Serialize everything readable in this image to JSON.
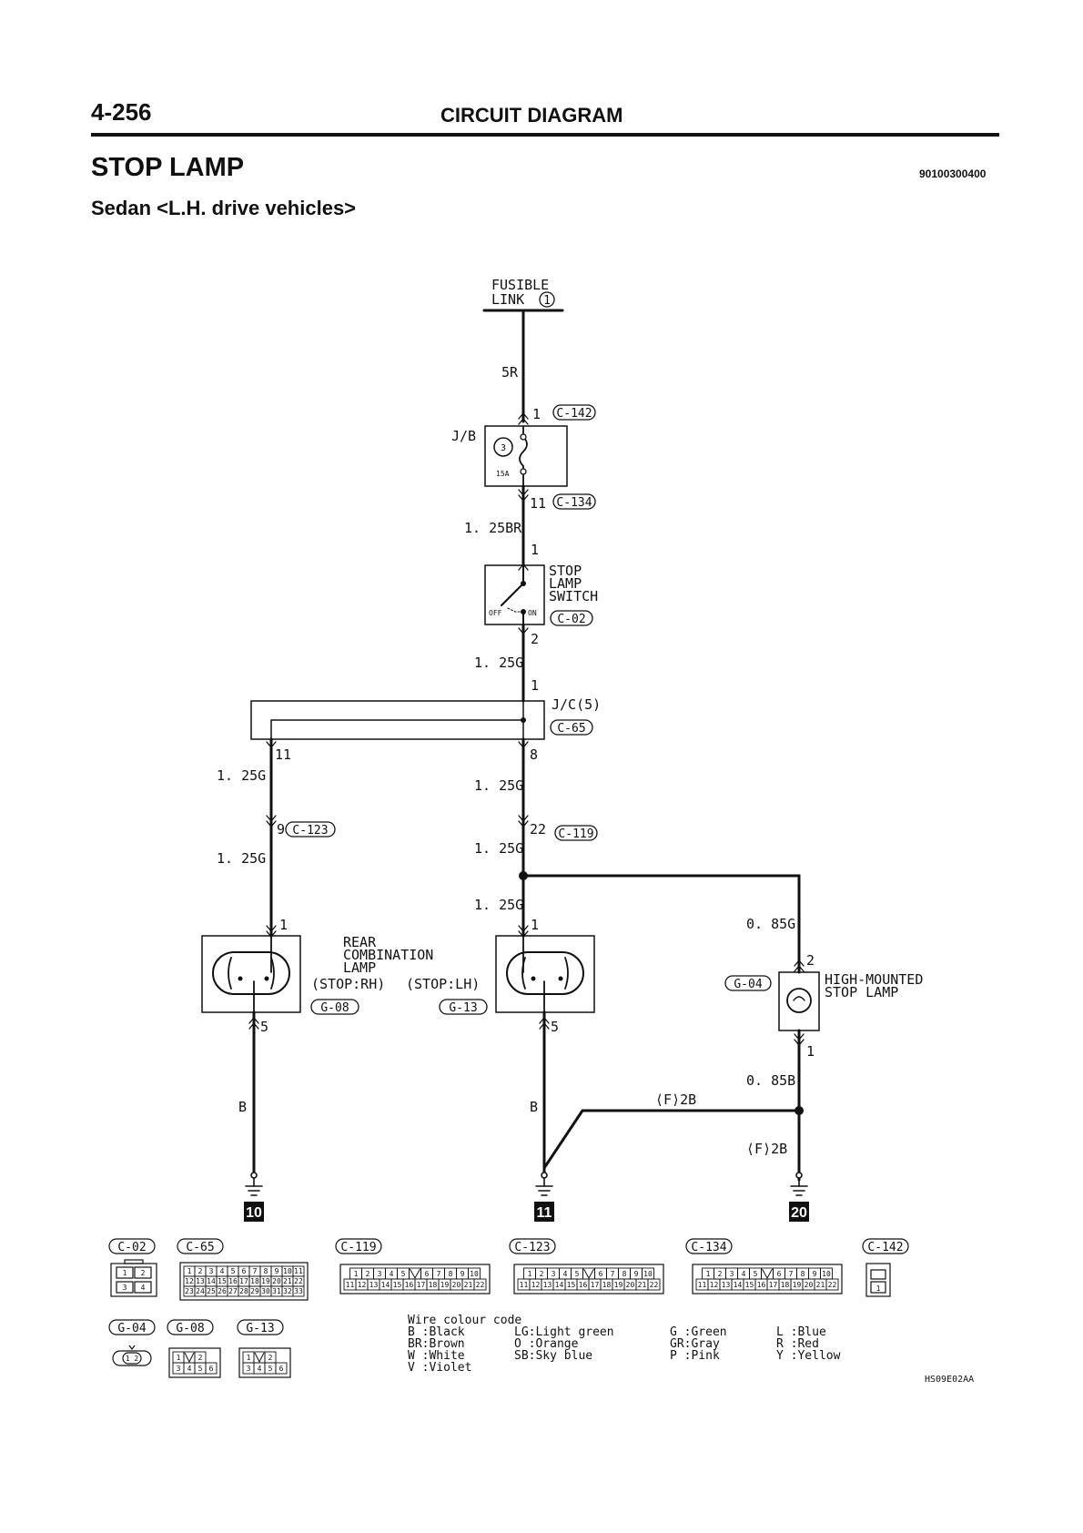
{
  "header": {
    "page_number": "4-256",
    "section": "CIRCUIT DIAGRAM",
    "title": "STOP LAMP",
    "doc_code": "90100300400",
    "subtitle": "Sedan <L.H. drive vehicles>"
  },
  "fusible_link": {
    "line1": "FUSIBLE",
    "line2": "LINK",
    "number": "1"
  },
  "wires": {
    "w5r": "5R",
    "w125br": "1. 25BR",
    "w125g_a": "1. 25G",
    "w125g_left1": "1. 25G",
    "w125g_left2": "1. 25G",
    "w125g_mid1": "1. 25G",
    "w125g_mid2": "1. 25G",
    "w125g_mid3": "1. 25G",
    "w085g": "0. 85G",
    "w085b": "0. 85B",
    "f2b_top": "⟨F⟩2B",
    "f2b_right": "⟨F⟩2B",
    "b_left": "B",
    "b_mid": "B"
  },
  "pins": {
    "c142_pin": "1",
    "c134_pin": "11",
    "sw_in": "1",
    "sw_out": "2",
    "jc_in": "1",
    "jc_left": "11",
    "jc_mid": "8",
    "c123_pin": "9",
    "c119_pin": "22",
    "lamp_rh_in": "1",
    "lamp_lh_in": "1",
    "lamp_rh_out": "5",
    "lamp_lh_out": "5",
    "hm_in": "2",
    "hm_out": "1"
  },
  "connectors": {
    "c142": "C-142",
    "c134": "C-134",
    "c02": "C-02",
    "c65": "C-65",
    "c123": "C-123",
    "c119": "C-119",
    "g08": "G-08",
    "g13": "G-13",
    "g04": "G-04"
  },
  "components": {
    "jb": "J/B",
    "fuse_no": "3",
    "fuse_amp": "15A",
    "switch_l1": "STOP",
    "switch_l2": "LAMP",
    "switch_l3": "SWITCH",
    "sw_off": "OFF",
    "sw_on": "ON",
    "jc": "J/C(5)",
    "rear_l1": "REAR",
    "rear_l2": "COMBINATION",
    "rear_l3": "LAMP",
    "stop_rh": "(STOP:RH)",
    "stop_lh": "(STOP:LH)",
    "hm_l1": "HIGH-MOUNTED",
    "hm_l2": "STOP LAMP"
  },
  "grounds": [
    "10",
    "11",
    "20"
  ],
  "connector_legend": {
    "labels": [
      "C-02",
      "C-65",
      "C-119",
      "C-123",
      "C-134",
      "C-142",
      "G-04",
      "G-08",
      "G-13"
    ],
    "c02_pins": [
      "1",
      "2",
      "3",
      "4"
    ],
    "c65_rows": [
      [
        "1",
        "2",
        "3",
        "4",
        "5",
        "6",
        "7",
        "8",
        "9",
        "10",
        "11"
      ],
      [
        "12",
        "13",
        "14",
        "15",
        "16",
        "17",
        "18",
        "19",
        "20",
        "21",
        "22"
      ],
      [
        "23",
        "24",
        "25",
        "26",
        "27",
        "28",
        "29",
        "30",
        "31",
        "32",
        "33"
      ]
    ],
    "c22_rows": [
      [
        "1",
        "2",
        "3",
        "4",
        "5",
        "",
        "6",
        "7",
        "8",
        "9",
        "10"
      ],
      [
        "11",
        "12",
        "13",
        "14",
        "15",
        "16",
        "17",
        "18",
        "19",
        "20",
        "21",
        "22"
      ]
    ],
    "c142_pin": "1",
    "g04_pins": "1 2",
    "g_rows": [
      [
        "1",
        "",
        "2"
      ],
      [
        "3",
        "4",
        "5",
        "6"
      ]
    ]
  },
  "wire_colour": {
    "title": "Wire colour code",
    "col1": [
      "B :Black",
      "BR:Brown",
      "W :White",
      "V :Violet"
    ],
    "col2": [
      "LG:Light green",
      "O :Orange",
      "SB:Sky blue"
    ],
    "col3": [
      "G :Green",
      "GR:Gray",
      "P :Pink"
    ],
    "col4": [
      "L :Blue",
      "R :Red",
      "Y :Yellow"
    ]
  },
  "figure_code": "HS09E02AA"
}
